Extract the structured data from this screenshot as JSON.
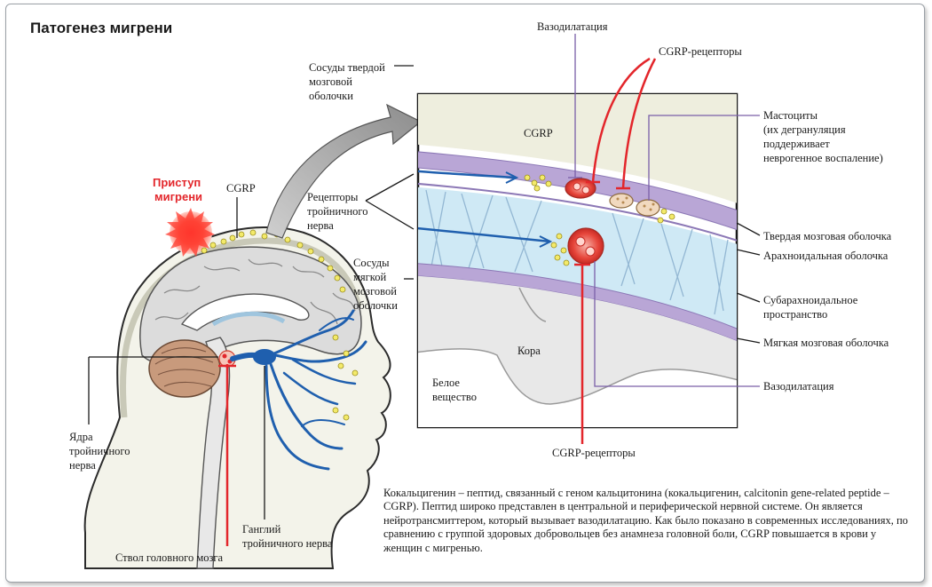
{
  "title": "Патогенез мигрени",
  "labels": {
    "attack": [
      "Приступ",
      "мигрени"
    ],
    "cgrp_head": "CGRP",
    "dura_vessels": [
      "Сосуды твердой",
      "мозговой",
      "оболочки"
    ],
    "trigeminal_receptors": [
      "Рецепторы",
      "тройничного",
      "нерва"
    ],
    "pia_vessels": [
      "Сосуды",
      "мягкой",
      "мозговой",
      "оболочки"
    ],
    "trigeminal_nuclei": [
      "Ядра",
      "тройничного",
      "нерва"
    ],
    "trigeminal_ganglion": [
      "Ганглий",
      "тройничного нерва"
    ],
    "brainstem": "Ствол головного мозга",
    "vasodilation_top": "Вазодилатация",
    "cgrp_receptors_top": "CGRP-рецепторы",
    "cgrp_inset": "CGRP",
    "mast_cells": [
      "Мастоциты",
      "(их дегрануляция",
      "поддерживает",
      "неврогенное воспаление)"
    ],
    "dura": "Твердая мозговая оболочка",
    "arachnoid": "Арахноидальная оболочка",
    "subarachnoid": [
      "Субарахноидальное",
      "пространство"
    ],
    "pia": "Мягкая мозговая оболочка",
    "cortex": "Кора",
    "white_matter": [
      "Белое",
      "вещество"
    ],
    "vasodilation_right": "Вазодилатация",
    "cgrp_receptors_bottom": "CGRP-рецепторы"
  },
  "caption": "Кокальцигенин – пептид, связанный с геном кальцитонина (кокальцигенин, calcitonin gene-related peptide – CGRP). Пептид широко представлен в центральной и периферической нервной системе. Он является нейротрансмиттером, который вызывает вазодилатацию. Как было показано в современных исследованиях, по сравнению с группой здоровых добровольцев без анамнеза головной боли, CGRP повышается в крови у женщин с мигренью.",
  "colors": {
    "accent_red": "#e3262b",
    "nerve_blue": "#1f5fae",
    "dura_purple": "#b9a6d6",
    "csf_blue": "#cfe9f5",
    "cgrp_yellow": "#f3ea6a",
    "bone": "#eeeede"
  }
}
